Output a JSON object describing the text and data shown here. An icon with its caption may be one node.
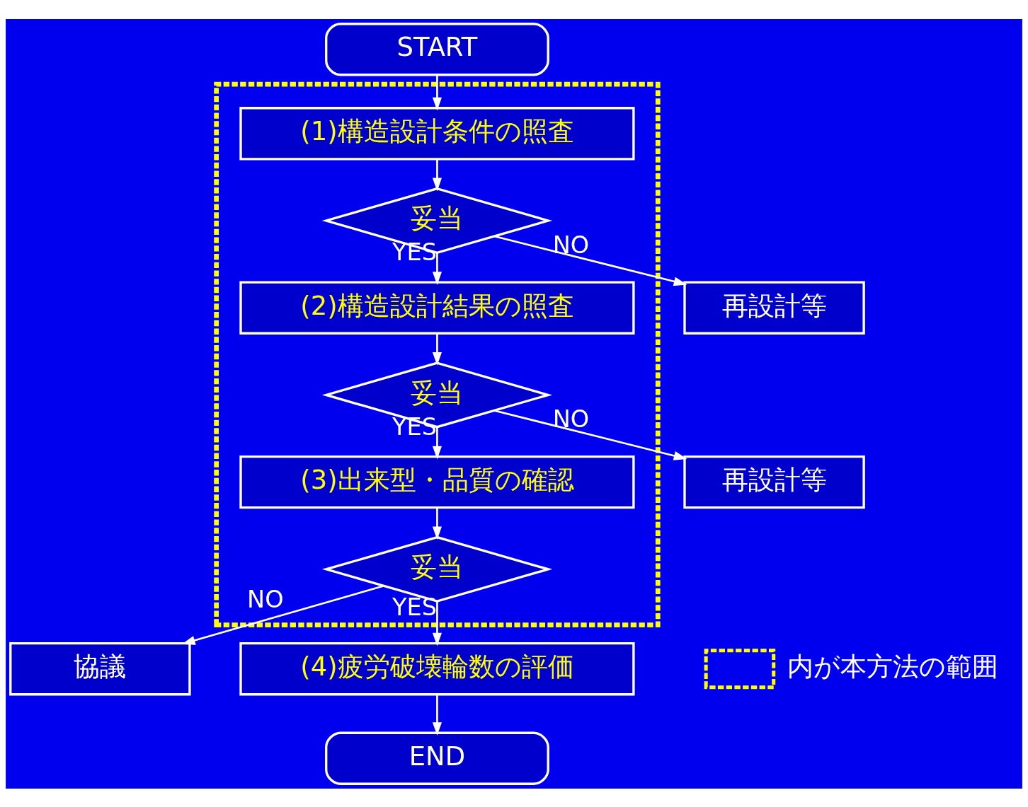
{
  "diagram": {
    "nodes": [
      {
        "text": [
          "START"
        ]
      },
      {
        "text": [],
        "shape": "box"
      },
      {
        "text": [
          "(1)構造設計条件の照査"
        ],
        "in": 1
      },
      {
        "text": [
          "妥当"
        ],
        "in": 1
      },
      {
        "text": [
          "再設計等"
        ]
      },
      {
        "text": [
          "(2)構造設計結果の照査"
        ],
        "in": 1
      },
      {
        "text": [
          "妥当"
        ],
        "in": 1
      },
      {
        "text": [
          "再設計等"
        ]
      },
      {
        "text": [
          "(3)出来型・品質の確認"
        ],
        "in": 1
      },
      {
        "text": [
          "妥当"
        ],
        "in": 1
      },
      {
        "text": [
          "協議"
        ]
      },
      {
        "text": [
          "(4)疲労破壊輪数の評価"
        ]
      },
      {
        "text": [
          "END"
        ]
      }
    ],
    "edges": [
      {
        "from": 0,
        "to": 2,
        "arrow": "to"
      },
      {
        "from": 2,
        "to": 3,
        "arrow": "to"
      },
      {
        "from": 3,
        "to": 4,
        "arrow": "to",
        "label": "NO"
      },
      {
        "from": 3,
        "to": 5,
        "arrow": "to",
        "label": "YES"
      },
      {
        "from": 5,
        "to": 6,
        "arrow": "to"
      },
      {
        "from": 6,
        "to": 7,
        "arrow": "to",
        "label": "NO"
      },
      {
        "from": 6,
        "to": 8,
        "arrow": "to",
        "label": "YES"
      },
      {
        "from": 8,
        "to": 9,
        "arrow": "to"
      },
      {
        "from": 9,
        "to": 10,
        "arrow": "to",
        "label": "NO"
      },
      {
        "from": 9,
        "to": 11,
        "arrow": "to",
        "label": "YES"
      },
      {
        "from": 11,
        "to": 12,
        "arrow": "to"
      }
    ],
    "legend": [
      {
        "text": "内が本方法の範囲"
      }
    ]
  }
}
